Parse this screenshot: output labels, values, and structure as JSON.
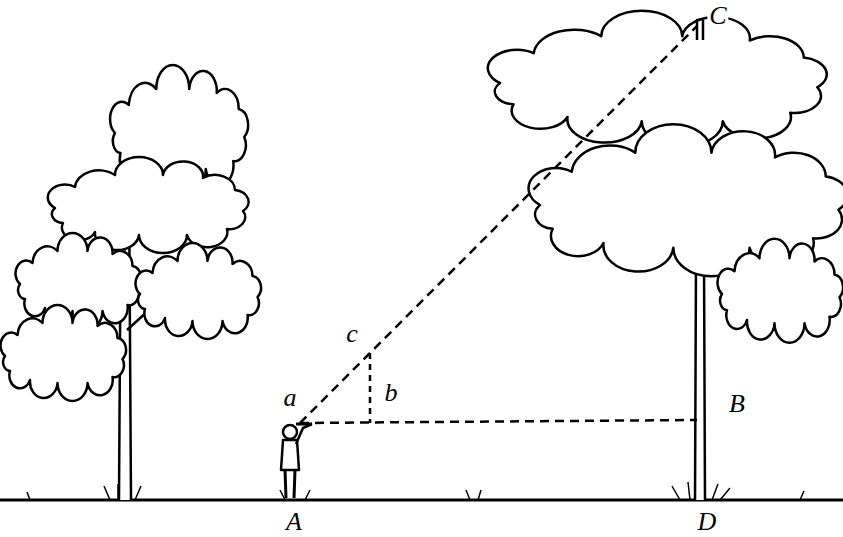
{
  "diagram": {
    "labels": [
      "C",
      "c",
      "a",
      "b",
      "B",
      "A",
      "D"
    ]
  }
}
